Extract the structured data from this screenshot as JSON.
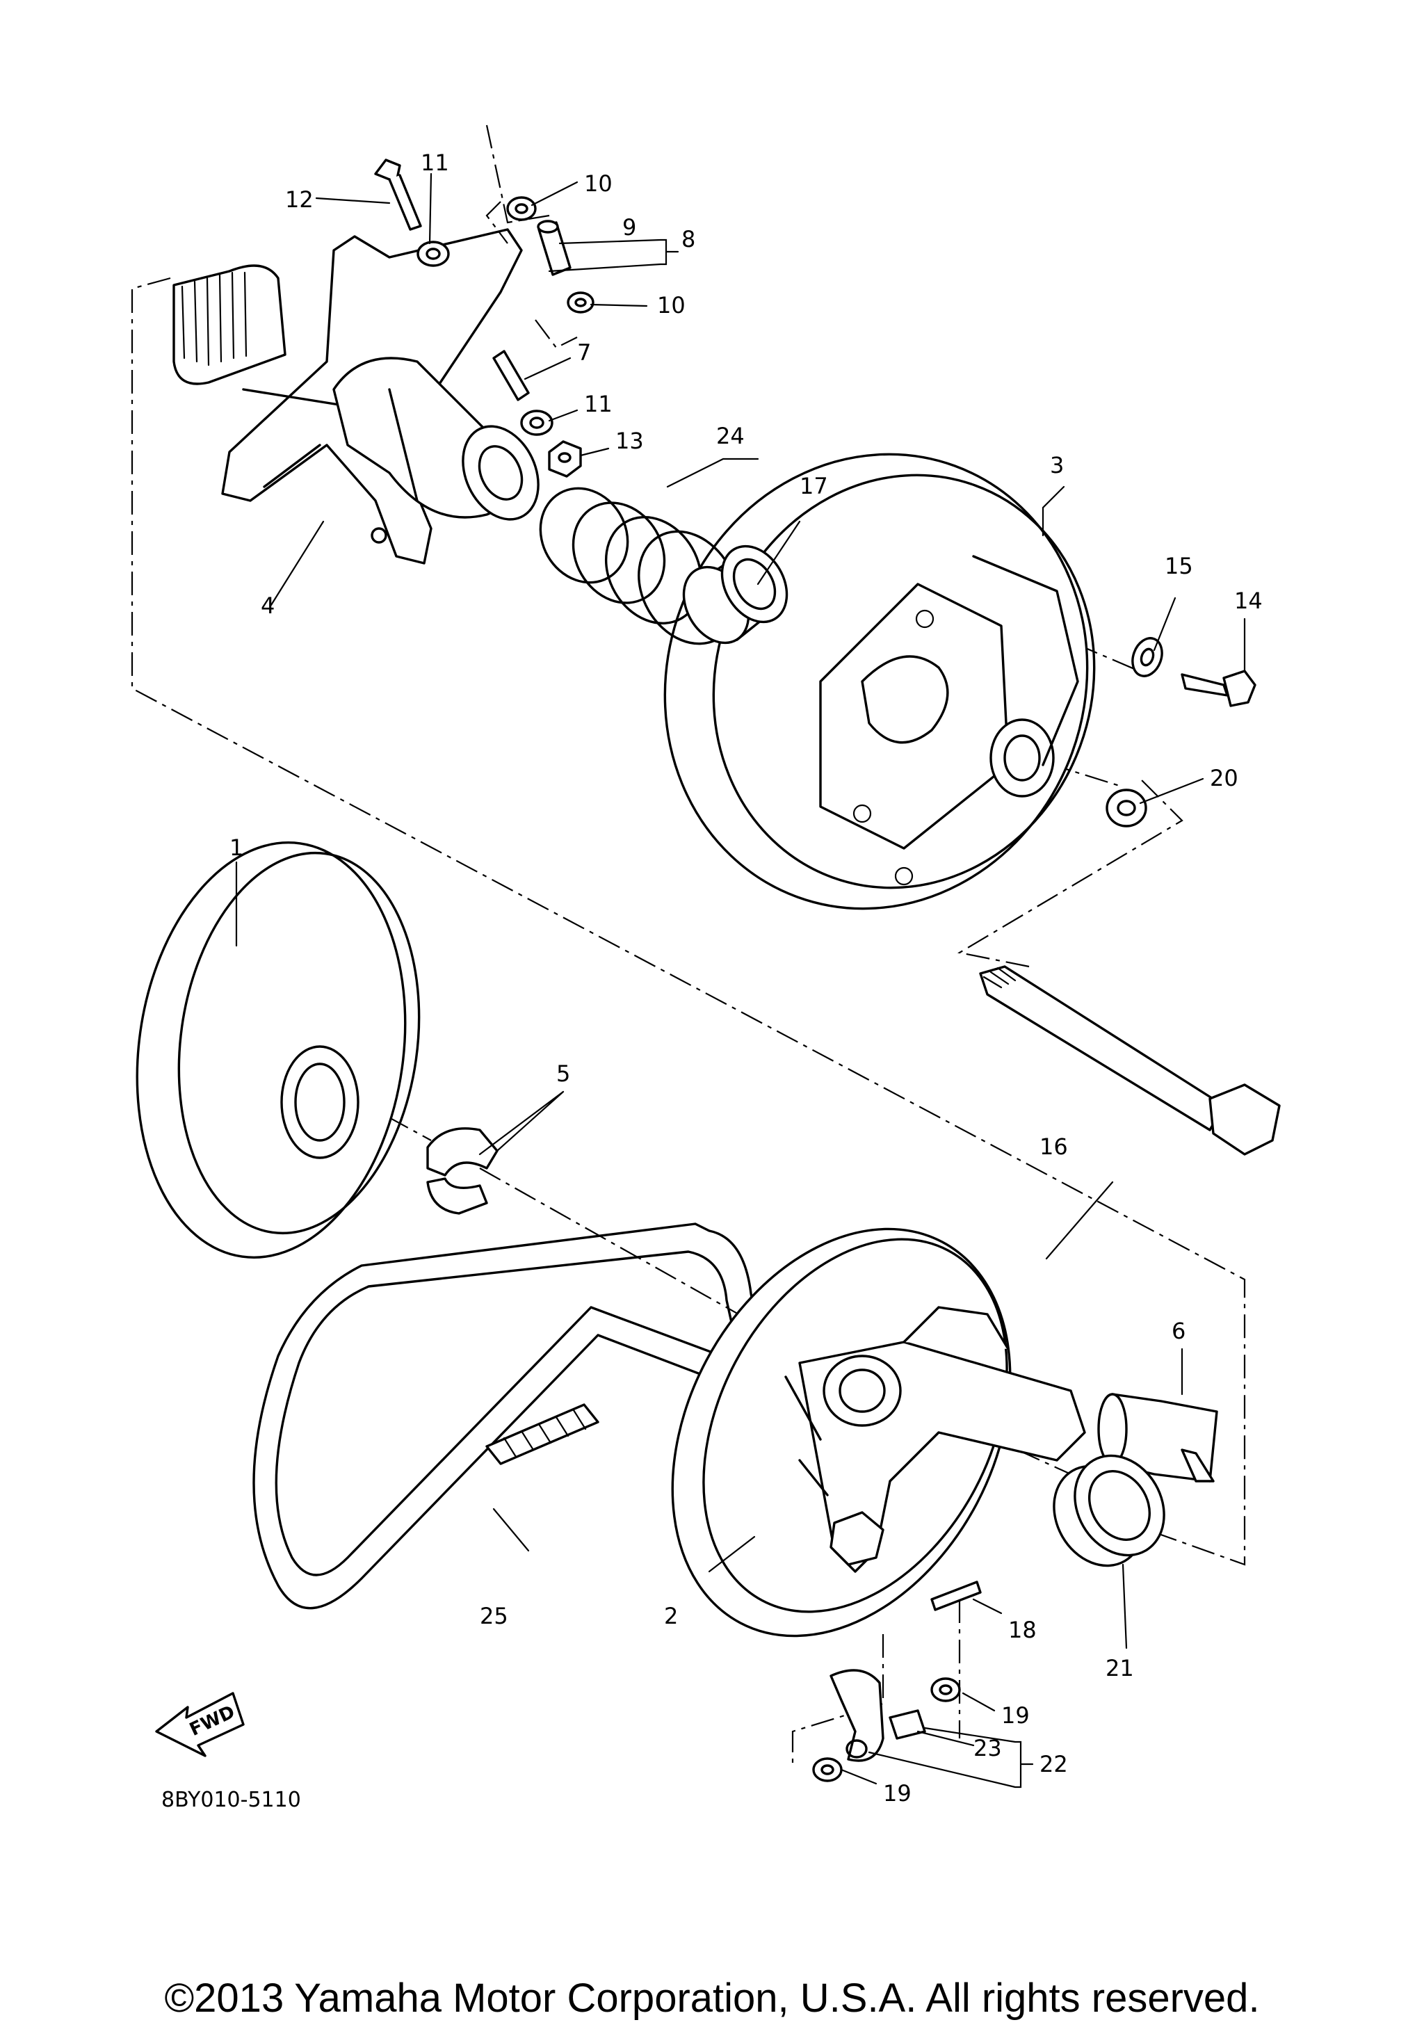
{
  "diagram": {
    "code": "8BY010-5110",
    "fwd_label": "FWD",
    "callouts": [
      "1",
      "2",
      "3",
      "4",
      "5",
      "6",
      "7",
      "8",
      "9",
      "10",
      "10",
      "11",
      "11",
      "12",
      "13",
      "14",
      "15",
      "16",
      "17",
      "18",
      "19",
      "19",
      "20",
      "21",
      "22",
      "23",
      "24",
      "25"
    ]
  },
  "footer": {
    "copyright": "©2013 Yamaha Motor Corporation, U.S.A. All rights reserved."
  }
}
